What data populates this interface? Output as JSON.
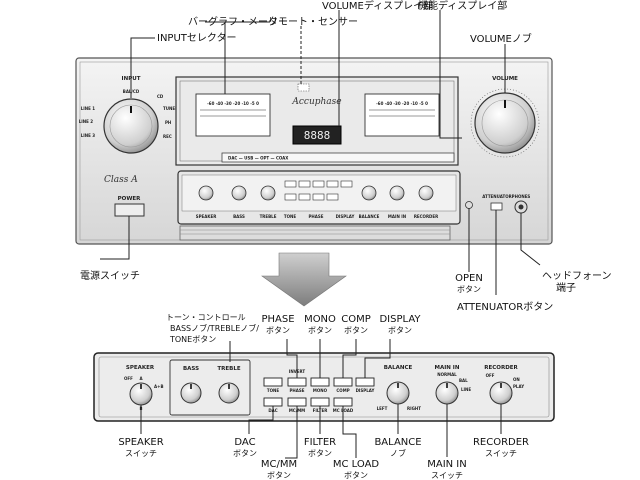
{
  "callouts_top": {
    "input_selector": "INPUTセレクター",
    "bargraph_meter": "バーグラフ・メーター",
    "remote_sensor": "リモート・センサー",
    "volume_display": "VOLUMEディスプレイ部",
    "function_display": "機能ディスプレイ部",
    "volume_knob": "VOLUMEノブ",
    "power_switch": "電源スイッチ",
    "open_button": [
      "OPEN",
      "ボタン"
    ],
    "attenuator_button": "ATTENUATORボタン",
    "headphone_jack": [
      "ヘッドフォーン",
      "端子"
    ]
  },
  "callouts_bottom": {
    "tone_control": [
      "トーン・コントロール",
      "BASSノブ/TREBLEノブ/",
      "TONEボタン"
    ],
    "phase": [
      "PHASE",
      "ボタン"
    ],
    "mono": [
      "MONO",
      "ボタン"
    ],
    "comp": [
      "COMP",
      "ボタン"
    ],
    "display": [
      "DISPLAY",
      "ボタン"
    ],
    "speaker": [
      "SPEAKER",
      "スイッチ"
    ],
    "dac": [
      "DAC",
      "ボタン"
    ],
    "mcmm": [
      "MC/MM",
      "ボタン"
    ],
    "filter": [
      "FILTER",
      "ボタン"
    ],
    "mcload": [
      "MC LOAD",
      "ボタン"
    ],
    "balance": [
      "BALANCE",
      "ノブ"
    ],
    "main_in": [
      "MAIN IN",
      "スイッチ"
    ],
    "recorder": [
      "RECORDER",
      "スイッチ"
    ]
  },
  "panel_top": {
    "input_label": "INPUT",
    "volume_label": "VOLUME",
    "brand": "Accuphase",
    "class_a": "Class A",
    "power": "POWER",
    "attenuator": "ATTENUATOR",
    "phones": "PHONES",
    "volume_digits": "8888",
    "meter_scale": "-60 -40 -30 -20 -10 -5 0",
    "meter_scale2": "-60 -40 -30 -20 -10 -5 0",
    "func_row": "DAC — USB — OPT — COAX",
    "sub_labels": [
      "SPEAKER",
      "BASS",
      "TREBLE",
      "TONE",
      "PHASE",
      "DISPLAY",
      "BALANCE",
      "MAIN IN",
      "RECORDER"
    ],
    "input_ticks": [
      "BAL/CD",
      "CD",
      "TUNER",
      "LINE 1",
      "LINE 2",
      "LINE 3",
      "PH",
      "REC"
    ]
  },
  "panel_bottom": {
    "speaker": "SPEAKER",
    "off": "OFF",
    "a": "A",
    "ab": "A+B",
    "b": "B",
    "bass": "BASS",
    "treble": "TREBLE",
    "invert": "INVERT",
    "btn_tone": "TONE",
    "btn_phase": "PHASE",
    "btn_mono": "MONO",
    "btn_comp": "COMP",
    "btn_display": "DISPLAY",
    "btn_dac": "DAC",
    "btn_mcmm": "MC/MM",
    "btn_filter": "FILTER",
    "btn_mcload": "MC LOAD",
    "balance": "BALANCE",
    "left": "LEFT",
    "right": "RIGHT",
    "main_in": "MAIN IN",
    "normal": "NORMAL",
    "bal": "BAL",
    "line": "LINE",
    "recorder": "RECORDER",
    "rec_off": "OFF",
    "rec_on": "ON",
    "play": "PLAY"
  }
}
